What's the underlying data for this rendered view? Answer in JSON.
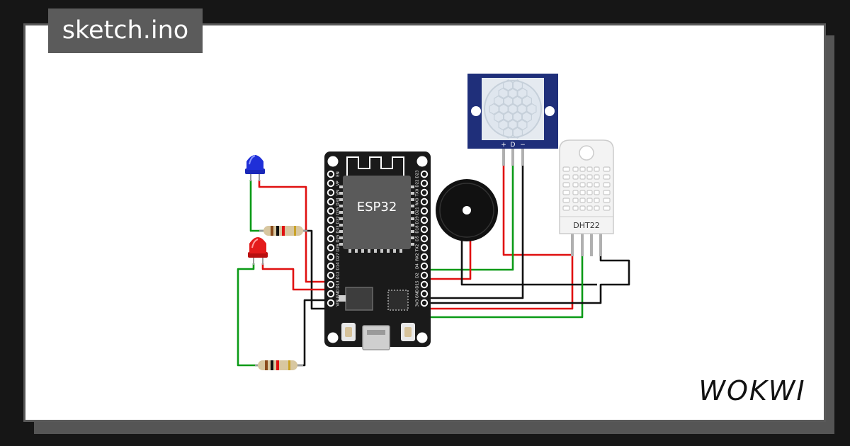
{
  "header": {
    "filename": "sketch.ino"
  },
  "brand": {
    "logo_text": "WOKWI"
  },
  "board": {
    "name": "ESP32",
    "left_pins": [
      "EN",
      "VP",
      "VN",
      "D34",
      "D35",
      "D32",
      "D33",
      "D25",
      "D26",
      "D27",
      "D14",
      "D12",
      "D13",
      "GND",
      "VIN"
    ],
    "right_pins": [
      "D23",
      "D22",
      "TX0",
      "RX0",
      "D21",
      "D19",
      "D18",
      "D5",
      "TX2",
      "RX2",
      "D4",
      "D2",
      "D15",
      "GND",
      "3V3"
    ]
  },
  "components": {
    "pir": {
      "name": "PIR motion sensor",
      "pin_labels": [
        "+",
        "D",
        "−"
      ]
    },
    "dht": {
      "name": "DHT22"
    },
    "buzzer": {
      "name": "Buzzer"
    },
    "led_blue": {
      "name": "LED blue"
    },
    "led_red": {
      "name": "LED red"
    }
  },
  "colors": {
    "wire_red": "#e01010",
    "wire_green": "#0a9a16",
    "wire_black": "#111111",
    "board": "#1a1a1a",
    "pir_pcb": "#1f2f7a",
    "led_blue": "#1f2fd8",
    "led_red": "#e41b1b"
  }
}
